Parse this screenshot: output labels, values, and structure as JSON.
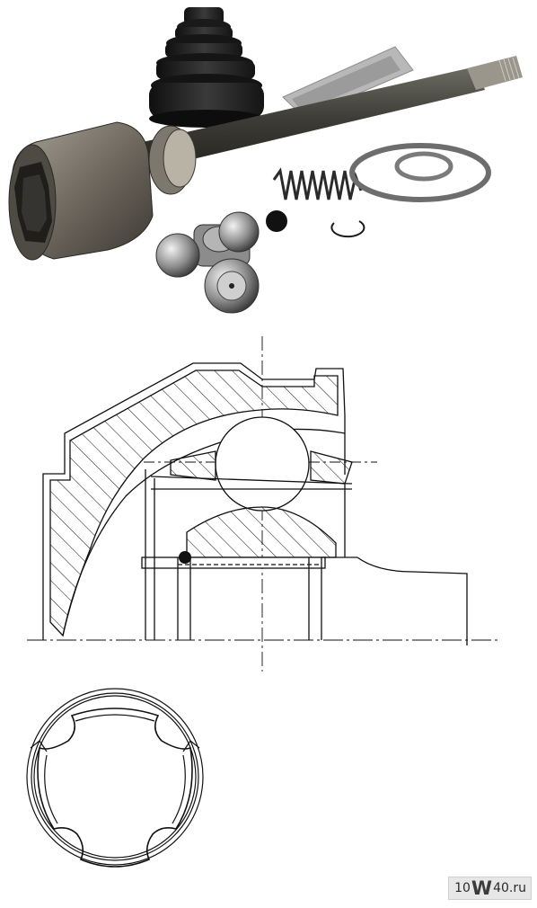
{
  "watermark": {
    "prefix": "10",
    "big": "W",
    "suffix": "40.ru"
  },
  "icons": {
    "photo": "cv-joint-kit-photo",
    "section": "cv-joint-cross-section-drawing",
    "end_view": "tripod-housing-end-view",
    "logo": "site-logo"
  },
  "colors": {
    "line": "#111111",
    "shaft": "#4a4a44",
    "boot": "#1d1d1d",
    "metal": "#8a847a"
  }
}
